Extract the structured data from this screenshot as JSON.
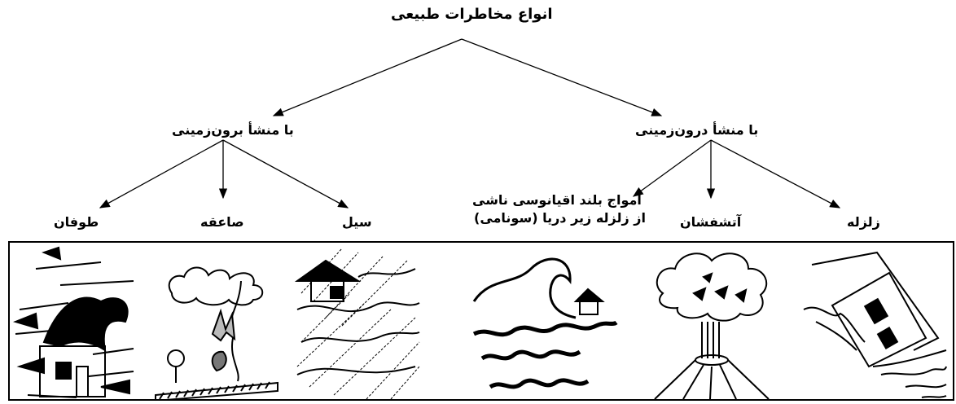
{
  "root": {
    "label": "انواع مخاطرات طبیعی"
  },
  "categories": [
    {
      "label": "با منشأ برون‌زمینی"
    },
    {
      "label": "با منشأ درون‌زمینی"
    }
  ],
  "hazards": [
    {
      "label": "طوفان"
    },
    {
      "label": "صاعقه"
    },
    {
      "label": "سیل"
    },
    {
      "line1": "امواج بلند اقیانوسی ناشی",
      "line2": "از زلزله زیر دریا (سونامی)"
    },
    {
      "label": "آتشفشان"
    },
    {
      "label": "زلزله"
    }
  ]
}
